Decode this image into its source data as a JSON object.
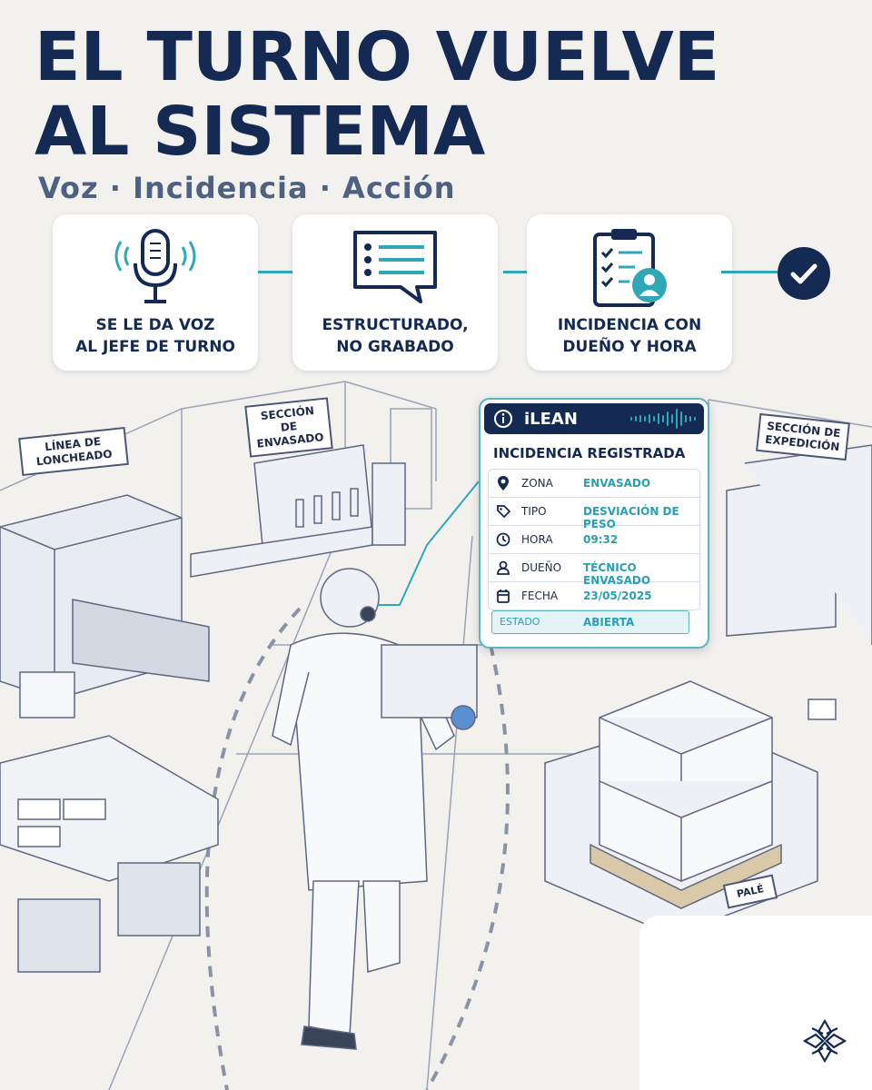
{
  "header": {
    "title_line1": "EL TURNO VUELVE",
    "title_line2": "AL SISTEMA",
    "subtitle": "Voz · Incidencia · Acción"
  },
  "steps": [
    {
      "line1": "SE LE DA VOZ",
      "line2": "AL JEFE DE TURNO",
      "icon": "microphone-icon"
    },
    {
      "line1": "ESTRUCTURADO,",
      "line2": "NO GRABADO",
      "icon": "chat-list-icon"
    },
    {
      "line1": "INCIDENCIA CON",
      "line2": "DUEÑO Y HORA",
      "icon": "clipboard-person-icon"
    }
  ],
  "signs": {
    "loncheado": "LÍNEA DE LONCHEADO",
    "envasado": "SECCIÓN DE ENVASADO",
    "expedicion": "SECCIÓN DE EXPEDICIÓN",
    "pale": "PALÉ"
  },
  "card": {
    "brand": "iLEAN",
    "title": "INCIDENCIA REGISTRADA",
    "rows": [
      {
        "key": "ZONA",
        "value": "ENVASADO",
        "icon": "location-pin-icon"
      },
      {
        "key": "TIPO",
        "value": "DESVIACIÓN DE PESO",
        "icon": "tag-icon"
      },
      {
        "key": "HORA",
        "value": "09:32",
        "icon": "clock-icon"
      },
      {
        "key": "DUEÑO",
        "value": "TÉCNICO ENVASADO",
        "icon": "person-icon"
      },
      {
        "key": "FECHA",
        "value": "23/05/2025",
        "icon": "calendar-icon"
      }
    ],
    "state": {
      "key": "ESTADO",
      "value": "ABIERTA"
    }
  },
  "colors": {
    "navy": "#142a52",
    "teal": "#2fa7b7",
    "background": "#f3f1ee"
  }
}
